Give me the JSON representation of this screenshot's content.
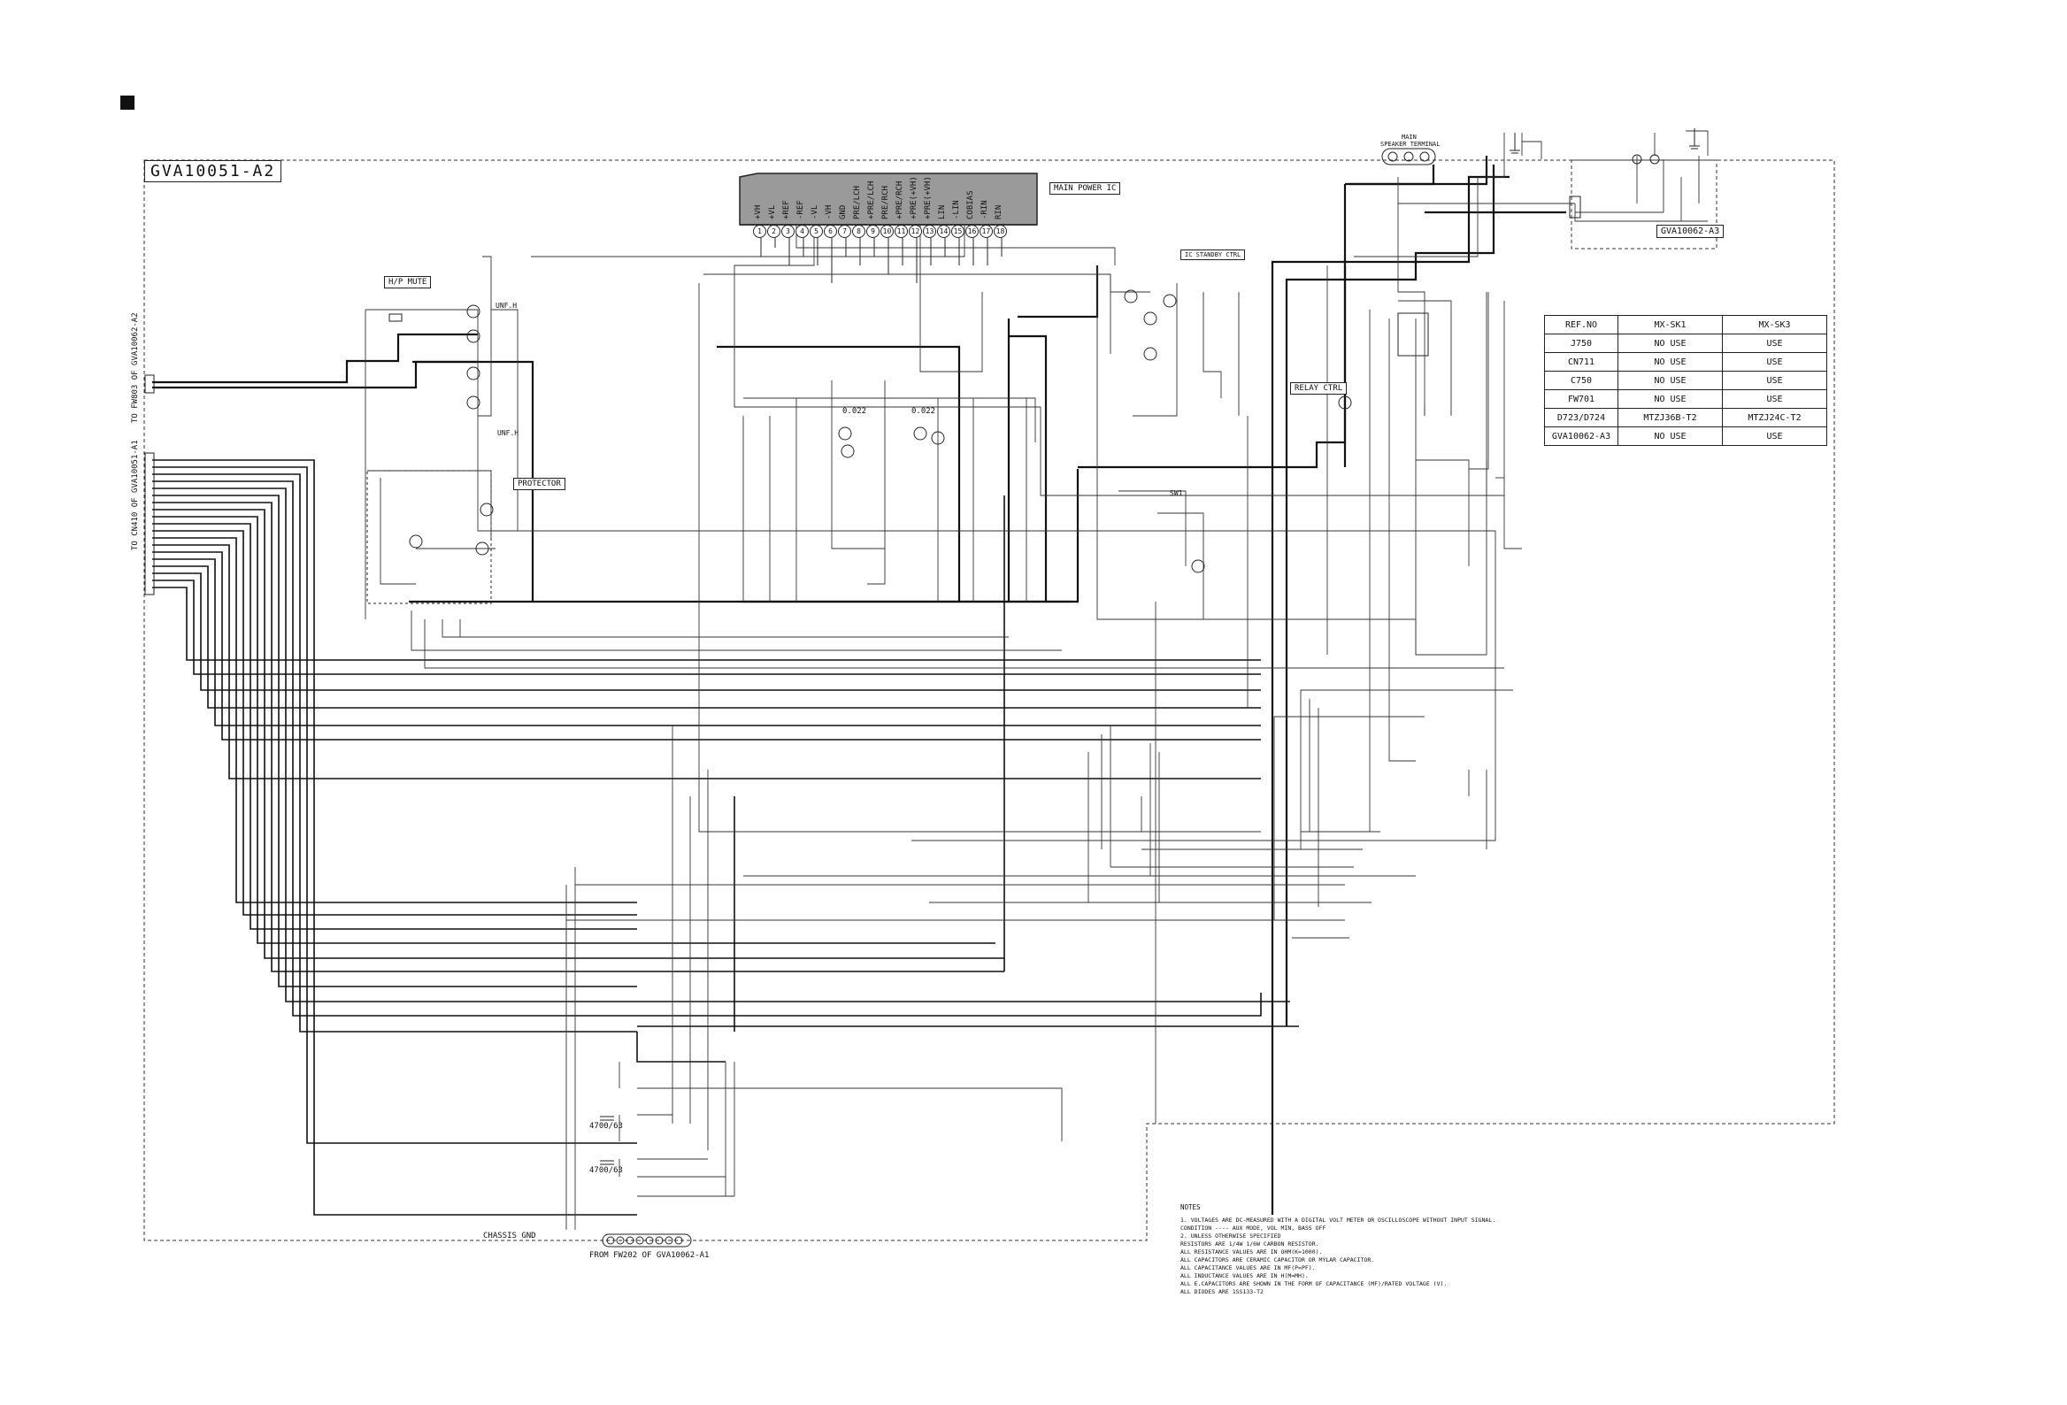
{
  "board_title": "GVA10051-A2",
  "sub_board_title": "GVA10062-A3",
  "labels": {
    "main_power_ic": "MAIN POWER IC",
    "hp_mute": "H/P MUTE",
    "protector": "PROTECTOR",
    "relay_ctrl": "RELAY CTRL",
    "standby_ctrl": "IC STANDBY CTRL",
    "speaker_terminal_main": "MAIN",
    "speaker_terminal": "SPEAKER TERMINAL",
    "chassis_gnd": "CHASSIS GND",
    "from_fw202": "FROM FW202 OF GVA10062-A1",
    "to_fw803": "TO FW803 OF GVA10062-A2",
    "to_cn410": "TO CN410 OF GVA10051-A1",
    "cap_4700_a": "4700/63",
    "cap_4700_b": "4700/63",
    "cap_0022_a": "0.022",
    "cap_0022_b": "0.022",
    "unf_h_a": "UNF.H",
    "unf_h_b": "UNF.H",
    "sw1": "SW1",
    "sq_marker": "■"
  },
  "ic_pins": [
    {
      "num": "1",
      "name": "+VH"
    },
    {
      "num": "2",
      "name": "+VL"
    },
    {
      "num": "3",
      "name": "+REF"
    },
    {
      "num": "4",
      "name": "-REF"
    },
    {
      "num": "5",
      "name": "-VL"
    },
    {
      "num": "6",
      "name": "-VH"
    },
    {
      "num": "7",
      "name": "GND"
    },
    {
      "num": "8",
      "name": "PRE/LCH"
    },
    {
      "num": "9",
      "name": "+PRE/LCH"
    },
    {
      "num": "10",
      "name": "PRE/RCH"
    },
    {
      "num": "11",
      "name": "+PRE/RCH"
    },
    {
      "num": "12",
      "name": "+PRE(+VH)"
    },
    {
      "num": "13",
      "name": "+PRE(+VH)"
    },
    {
      "num": "14",
      "name": "LIN"
    },
    {
      "num": "15",
      "name": "-LIN"
    },
    {
      "num": "16",
      "name": "COBIAS"
    },
    {
      "num": "17",
      "name": "-RIN"
    },
    {
      "num": "18",
      "name": "RIN"
    }
  ],
  "ref_table": {
    "headers": [
      "REF.NO",
      "MX-SK1",
      "MX-SK3"
    ],
    "rows": [
      [
        "J750",
        "NO USE",
        "USE"
      ],
      [
        "CN711",
        "NO USE",
        "USE"
      ],
      [
        "C750",
        "NO USE",
        "USE"
      ],
      [
        "FW701",
        "NO USE",
        "USE"
      ],
      [
        "D723/D724",
        "MTZJ36B-T2",
        "MTZJ24C-T2"
      ],
      [
        "GVA10062-A3",
        "NO USE",
        "USE"
      ]
    ]
  },
  "notes": {
    "title": "NOTES",
    "lines": [
      "1. VOLTAGES ARE DC-MEASURED WITH A DIGITAL VOLT METER OR OSCILLOSCOPE WITHOUT INPUT SIGNAL.",
      "   CONDITION ---- AUX MODE, VOL MIN, BASS OFF",
      "2. UNLESS OTHERWISE SPECIFIED",
      "   RESISTORS ARE 1/4W 1/6W CARBON RESISTOR.",
      "   ALL RESISTANCE VALUES ARE IN OHM(K=1000).",
      "   ALL CAPACITORS ARE CERAMIC CAPACITOR OR MYLAR CAPACITOR.",
      "   ALL CAPACITANCE VALUES ARE IN MF(P=PF).",
      "   ALL INDUCTANCE VALUES ARE IN H(M=MH).",
      "   ALL E.CAPACITORS ARE SHOWN IN THE FORM OF CAPACITANCE (MF)/RATED VOLTAGE (V).",
      "   ALL DIODES ARE 1SS133-T2"
    ]
  }
}
